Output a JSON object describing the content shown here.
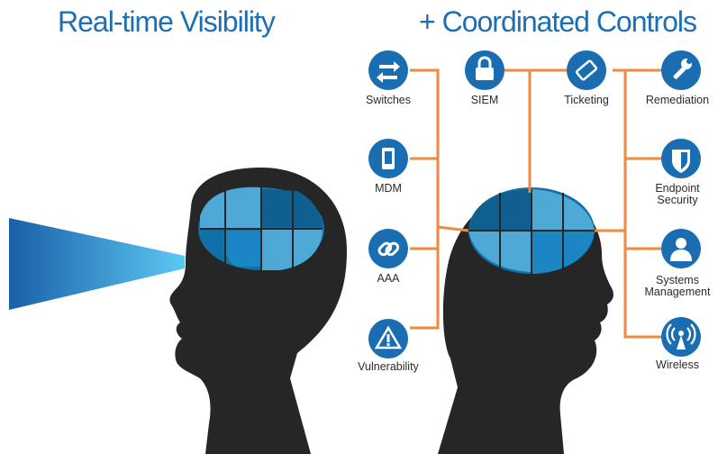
{
  "titles": {
    "left": "Real-time Visibility",
    "right": "+ Coordinated Controls"
  },
  "colors": {
    "title": "#1d6fb3",
    "icon": "#1a6db0",
    "connector": "#f08a3c",
    "silhouette": "#262626",
    "puzzle_dark": "#1270a8",
    "puzzle_light": "#4fa9d6",
    "beam": "#1f86cf"
  },
  "nodes": {
    "switches": {
      "label": "Switches",
      "icon": "arrows-swap-icon"
    },
    "mdm": {
      "label": "MDM",
      "icon": "phone-icon"
    },
    "aaa": {
      "label": "AAA",
      "icon": "link-icon"
    },
    "vulnerability": {
      "label": "Vulnerability",
      "icon": "warning-icon"
    },
    "siem": {
      "label": "SIEM",
      "icon": "lock-icon"
    },
    "ticketing": {
      "label": "Ticketing",
      "icon": "ticket-icon"
    },
    "remediation": {
      "label": "Remediation",
      "icon": "wrench-icon"
    },
    "endpoint": {
      "line1": "Endpoint",
      "line2": "Security",
      "icon": "shield-icon"
    },
    "systems": {
      "line1": "Systems",
      "line2": "Management",
      "icon": "user-icon"
    },
    "wireless": {
      "label": "Wireless",
      "icon": "wireless-icon"
    }
  }
}
